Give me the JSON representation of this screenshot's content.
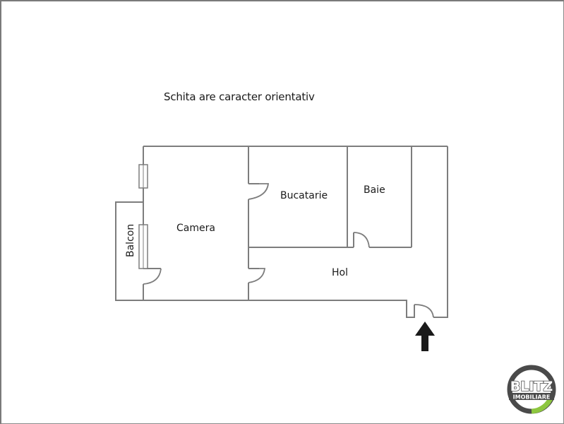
{
  "caption": "Schita are caracter orientativ",
  "rooms": [
    {
      "id": "camera",
      "label": "Camera"
    },
    {
      "id": "bucatarie",
      "label": "Bucatarie"
    },
    {
      "id": "baie",
      "label": "Baie"
    },
    {
      "id": "hol",
      "label": "Hol"
    },
    {
      "id": "balcon",
      "label": "Balcon"
    }
  ],
  "entrance": {
    "icon": "arrow-up-icon"
  },
  "logo": {
    "brand": "BLITZ",
    "sub": "IMOBILIARE",
    "ring_color": "#4a4a4a",
    "accent_color": "#8dc63f"
  },
  "colors": {
    "wall": "#7d7d7d",
    "text": "#1a1a1a",
    "arrow": "#1a1a1a"
  }
}
